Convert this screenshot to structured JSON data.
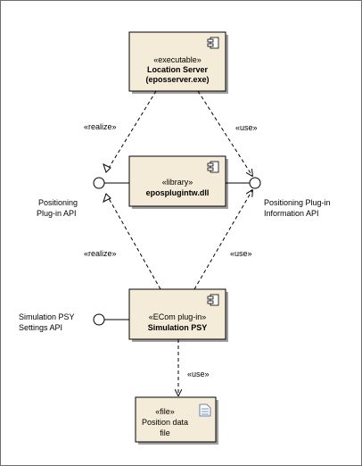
{
  "components": {
    "location_server": {
      "stereotype": "«executable»",
      "line1": "Location Server",
      "line2": "(eposserver.exe)"
    },
    "library": {
      "stereotype": "«library»",
      "name": "eposplugintw.dll"
    },
    "simulation": {
      "stereotype": "«ECom plug-in»",
      "name": "Simulation PSY"
    },
    "file": {
      "stereotype": "«file»",
      "line1": "Position data",
      "line2": "file"
    }
  },
  "interfaces": {
    "positioning_api": {
      "line1": "Positioning",
      "line2": "Plug-in API"
    },
    "info_api": {
      "line1": "Positioning Plug-in",
      "line2": "Information API"
    },
    "settings_api": {
      "line1": "Simulation PSY",
      "line2": "Settings API"
    }
  },
  "relations": {
    "realize_top": "«realize»",
    "use_top": "«use»",
    "realize_bottom": "«realize»",
    "use_bottom": "«use»",
    "use_file": "«use»"
  },
  "colors": {
    "component_fill": "#f4ecd8",
    "component_border": "#000000",
    "shadow": "#a0a0a0",
    "interface_fill": "#ffffff"
  }
}
